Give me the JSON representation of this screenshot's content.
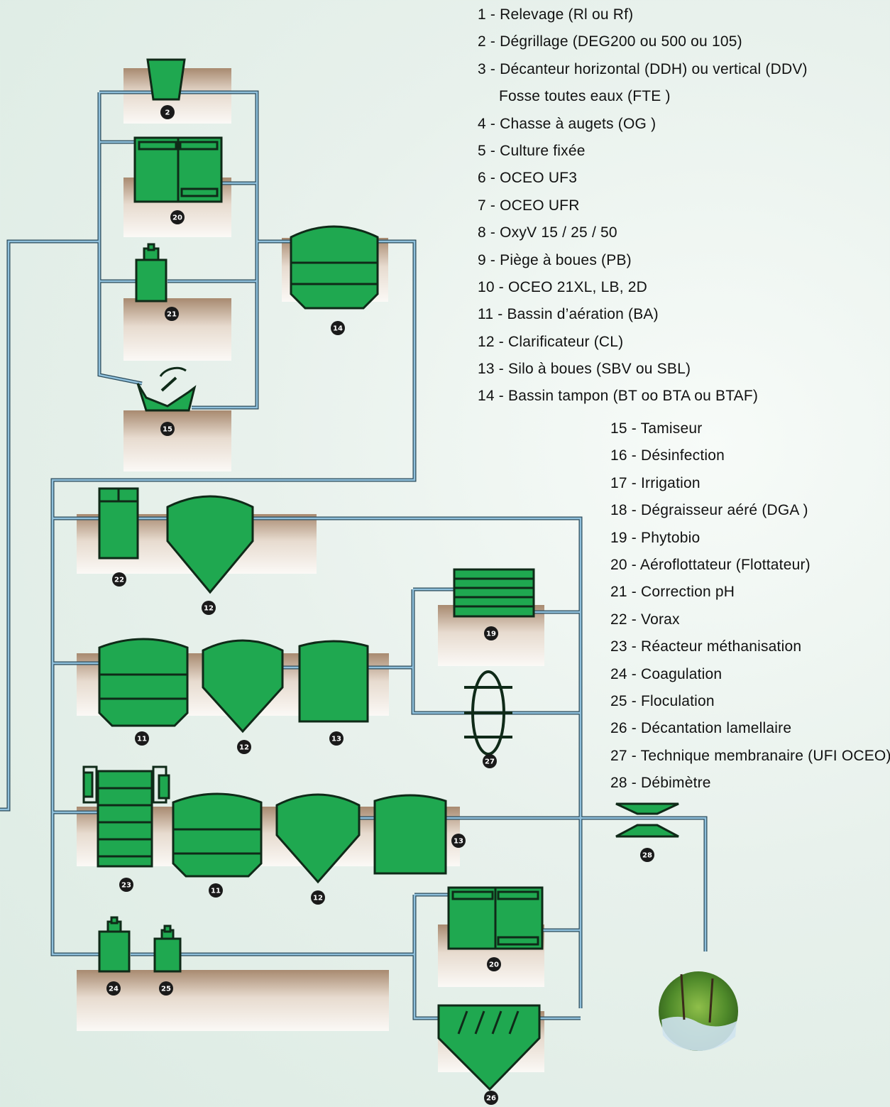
{
  "legend": [
    {
      "n": "1",
      "label": "1 - Relevage (Rl ou Rf)"
    },
    {
      "n": "2",
      "label": "2 - Dégrillage (DEG200 ou 500 ou 105)"
    },
    {
      "n": "3",
      "label": "3 - Décanteur horizontal (DDH) ou vertical (DDV)",
      "cont": "Fosse toutes eaux (FTE )"
    },
    {
      "n": "4",
      "label": "4 - Chasse à augets (OG )"
    },
    {
      "n": "5",
      "label": "5 - Culture fixée"
    },
    {
      "n": "6",
      "label": "6 - OCEO UF3"
    },
    {
      "n": "7",
      "label": "7 - OCEO UFR"
    },
    {
      "n": "8",
      "label": "8 - OxyV 15 / 25 / 50"
    },
    {
      "n": "9",
      "label": "9 - Piège à boues (PB)"
    },
    {
      "n": "10",
      "label": "10 - OCEO 21XL, LB, 2D"
    },
    {
      "n": "11",
      "label": "11 - Bassin d’aération (BA)"
    },
    {
      "n": "12",
      "label": "12 - Clarificateur (CL)"
    },
    {
      "n": "13",
      "label": "13 - Silo à boues (SBV ou SBL)"
    },
    {
      "n": "14",
      "label": "14 - Bassin tampon (BT oo BTA ou BTAF)"
    },
    {
      "n": "15",
      "label": "15 - Tamiseur"
    },
    {
      "n": "16",
      "label": "16 - Désinfection"
    },
    {
      "n": "17",
      "label": "17 - Irrigation"
    },
    {
      "n": "18",
      "label": "18 - Dégraisseur aéré (DGA )"
    },
    {
      "n": "19",
      "label": "19 - Phytobio"
    },
    {
      "n": "20",
      "label": "20 - Aéroflottateur (Flottateur)"
    },
    {
      "n": "21",
      "label": "21 - Correction pH"
    },
    {
      "n": "22",
      "label": "22 - Vorax"
    },
    {
      "n": "23",
      "label": "23 - Réacteur méthanisation"
    },
    {
      "n": "24",
      "label": "24 - Coagulation"
    },
    {
      "n": "25",
      "label": "25 - Floculation"
    },
    {
      "n": "26",
      "label": "26 - Décantation lamellaire"
    },
    {
      "n": "27",
      "label": "27 - Technique membranaire (UFI OCEO)"
    },
    {
      "n": "28",
      "label": "28 - Débimètre"
    }
  ],
  "badges": [
    "2",
    "20",
    "21",
    "14",
    "15",
    "22",
    "12",
    "19",
    "11",
    "12",
    "13",
    "27",
    "23",
    "11",
    "12",
    "13",
    "28",
    "20",
    "24",
    "25",
    "26"
  ],
  "colors": {
    "tank": "#1fa850",
    "tank_dark": "#0f2a18",
    "pipe": "#5f93b5",
    "pipe_outline": "#2a4a5a",
    "ground_top": "#a88a70",
    "ground_bottom": "#fbf9f6",
    "badge": "#1a1a1a"
  }
}
